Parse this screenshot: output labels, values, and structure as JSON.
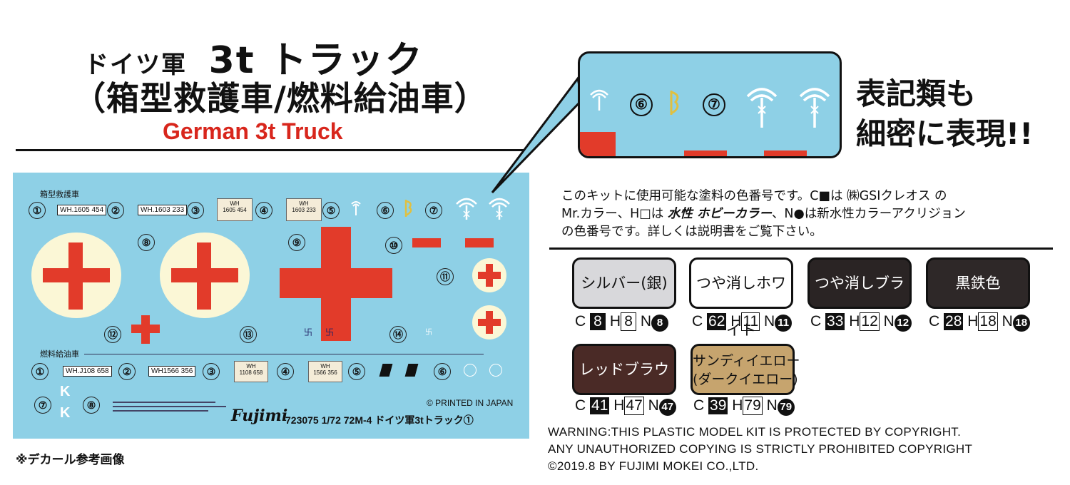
{
  "title": {
    "line1_pre": "ドイツ軍",
    "line1_main": "3t トラック",
    "line2": "（箱型救護車/燃料給油車）",
    "english": "German 3t Truck"
  },
  "sheet": {
    "section1": "箱型救護車",
    "section2": "燃料給油車",
    "row1": {
      "n1": "①",
      "p1": "WH.1605 454",
      "n2": "②",
      "p2": "WH.1603 233",
      "n3": "③",
      "b3": "WH\n1605 454",
      "n4": "④",
      "b4": "WH\n1603 233",
      "n5": "⑤",
      "n6": "⑥",
      "n7": "⑦"
    },
    "row2": {
      "n8": "⑧",
      "n9": "⑨",
      "n10": "⑩",
      "n11": "⑪"
    },
    "row3": {
      "n12": "⑫",
      "n13": "⑬",
      "n14": "⑭"
    },
    "row4": {
      "n1": "①",
      "p1": "WH.J108 658",
      "n2": "②",
      "p2": "WH1566 356",
      "n3": "③",
      "b3": "WH\n1108 658",
      "n4": "④",
      "b4": "WH\n1566 356",
      "n5": "⑤",
      "n6": "⑥"
    },
    "row5": {
      "n7": "⑦",
      "n8": "⑧",
      "k": "K"
    },
    "printed": "© PRINTED IN JAPAN",
    "brand": "Fujimi",
    "product": "723075 1/72 72M-4 ドイツ軍3tトラック①"
  },
  "zoom": {
    "n6": "⑥",
    "n7": "⑦"
  },
  "catch": {
    "line1": "表記類も",
    "line2": "細密に表現!!"
  },
  "desc": {
    "p1": "このキットに使用可能な塗料の色番号です。C■は ㈱GSIクレオス の",
    "p2a": "Mr.カラー、H□は ",
    "p2b": "水性 ホビーカラー",
    "p2c": "、N●は新水性カラーアクリジョン",
    "p3": "の色番号です。詳しくは説明書をご覧下さい。"
  },
  "paints": [
    {
      "name": "シルバー(銀)",
      "bg": "#d8d8db",
      "fg": "#111111",
      "c": "8",
      "h": "8",
      "n": "8"
    },
    {
      "name": "つや消しホワイト",
      "bg": "#ffffff",
      "fg": "#111111",
      "c": "62",
      "h": "11",
      "n": "11"
    },
    {
      "name": "つや消しブラック",
      "bg": "#2a2424",
      "fg": "#ffffff",
      "c": "33",
      "h": "12",
      "n": "12"
    },
    {
      "name": "黒鉄色",
      "bg": "#2e2828",
      "fg": "#ffffff",
      "c": "28",
      "h": "18",
      "n": "18"
    },
    {
      "name": "レッドブラウン",
      "bg": "#4a2a26",
      "fg": "#ffffff",
      "c": "41",
      "h": "47",
      "n": "47"
    },
    {
      "name": "サンディイエロー\n(ダークイエロー)",
      "bg": "#c6a46e",
      "fg": "#111111",
      "c": "39",
      "h": "79",
      "n": "79"
    }
  ],
  "codes": {
    "c": "C",
    "h": "H",
    "n": "N"
  },
  "warning": {
    "l1": "WARNING:THIS PLASTIC MODEL KIT IS PROTECTED BY COPYRIGHT.",
    "l2": "ANY UNAUTHORIZED COPYING IS STRICTLY PROHIBITED COPYRIGHT",
    "l3": "©2019.8 BY FUJIMI MOKEI CO.,LTD."
  },
  "note": "※デカール参考画像"
}
